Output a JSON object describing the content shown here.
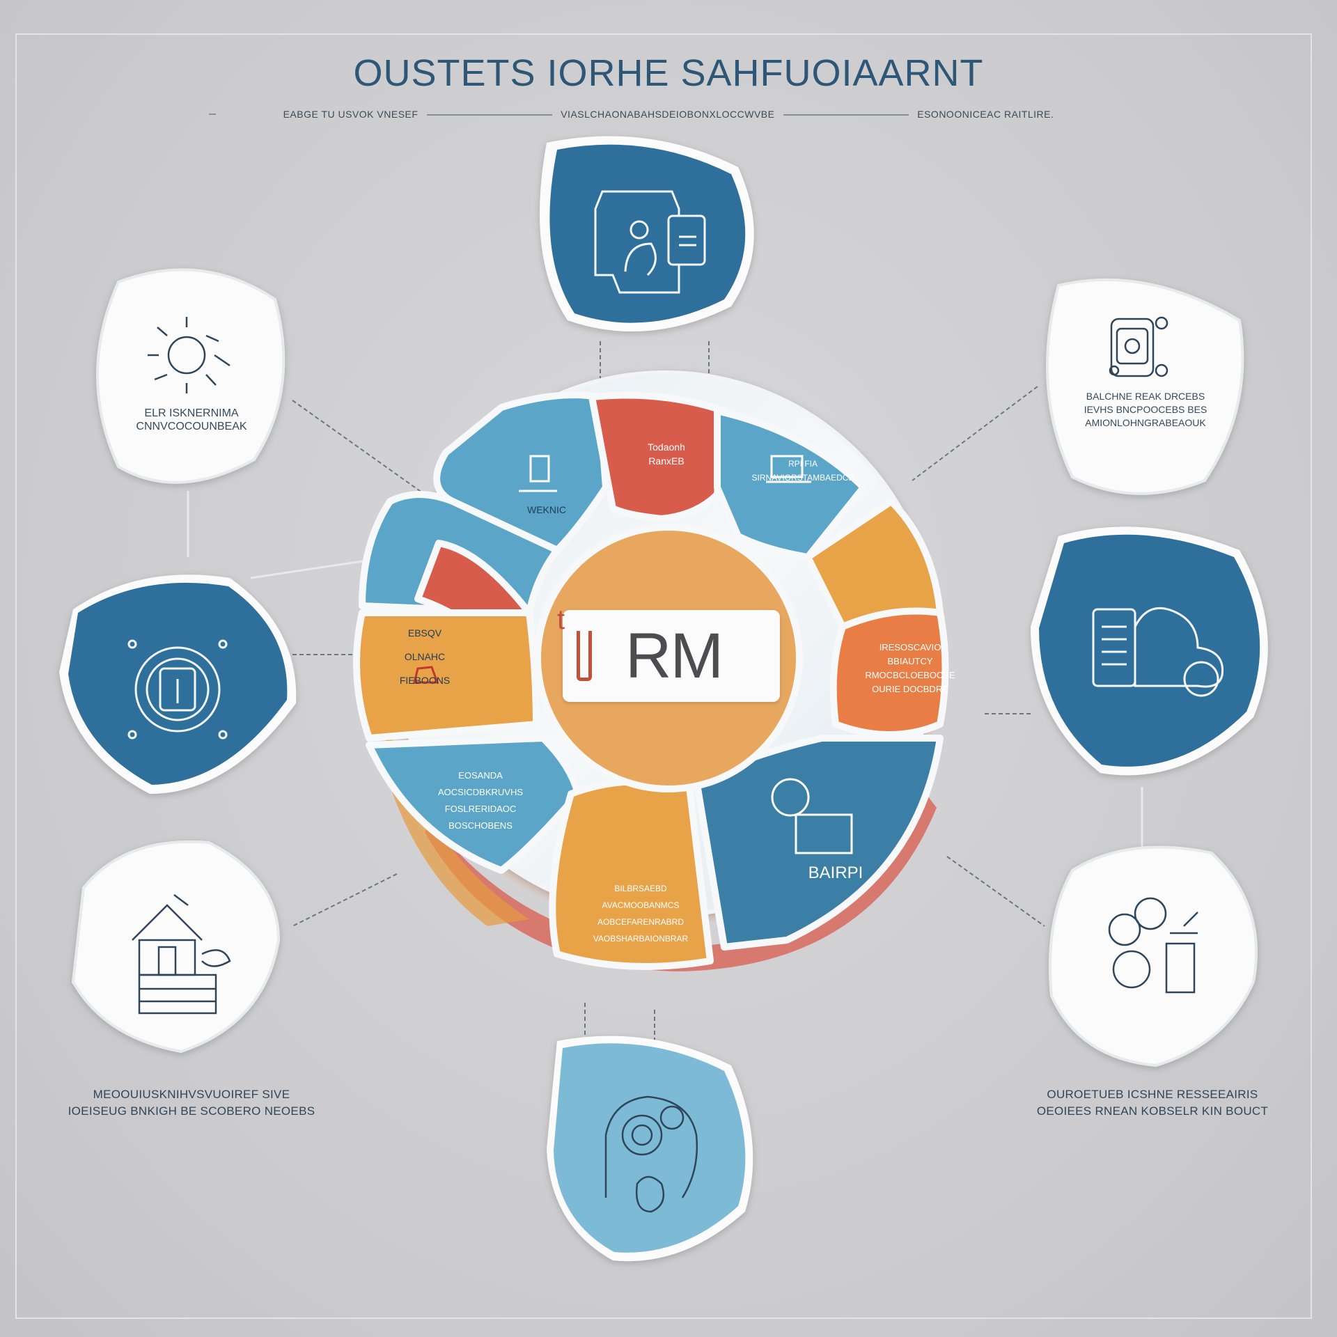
{
  "title": "OUSTETS IORHE SAHFUOIAARNT",
  "subtitle": {
    "left": "EABGE TU USVOK VNESEF",
    "middle": "VIASLCHAONABAHSDEIOBONXLOCCWVBE",
    "right": "ESONOONICEAC RAITLIRE."
  },
  "center": {
    "label": "RM",
    "accent_letter": "t",
    "ring_colors": [
      "#5ba6c8",
      "#e8a247",
      "#d85c4c",
      "#f3f5f7"
    ]
  },
  "segments": [
    {
      "id": "seg-top-left",
      "text": "WEKNIC",
      "color": "#5ba6c8"
    },
    {
      "id": "seg-top",
      "text": "Todaonh\nRanxEB",
      "color": "#d85c4c"
    },
    {
      "id": "seg-top-right",
      "text": "RPI FIA\nSIRNAVIORSTAMBAEDCB",
      "color": "#5ba6c8"
    },
    {
      "id": "seg-right",
      "text": "IRESOSCAVIO\nBBIAUTCY\nRMOCBCLOEBOCSE\nOURIE DOCBDRE",
      "color": "#e87e45"
    },
    {
      "id": "seg-left",
      "text": "EBSQV\nOLNAHC\nFIEBOONS",
      "color": "#e8a247"
    },
    {
      "id": "seg-bottom-left",
      "text": "EOSANDA\nAOCSICDBKRUVHS\nFOSLRERIDAOC\nBOSCHOBENS",
      "color": "#5ba6c8"
    },
    {
      "id": "seg-bottom",
      "text": "BILBRSAEBD\nAVACMOOBANMCS\nAOBCEFARENRABRD\nVAOBSHARBAIONBRAR",
      "color": "#e8a247"
    },
    {
      "id": "seg-bottom-right",
      "text": "BAIRPI",
      "color": "#3b7ea6"
    }
  ],
  "nodes": [
    {
      "id": "node-top",
      "icon": "person-device-icon",
      "style": "dark",
      "text": ""
    },
    {
      "id": "node-top-left",
      "icon": "sun-bug-icon",
      "style": "light",
      "text": "ELR ISKNERNIMA\nCNNVCOCOUNBEAK"
    },
    {
      "id": "node-top-right",
      "icon": "phone-icon",
      "style": "light",
      "text": "BALCHNE REAK DRCEBS\nIEVHS BNCPOOCEBS BES\nAMIONLOHNGRABEAOUK"
    },
    {
      "id": "node-left",
      "icon": "target-badge-icon",
      "style": "dark",
      "text": ""
    },
    {
      "id": "node-right",
      "icon": "document-cloud-icon",
      "style": "dark",
      "text": ""
    },
    {
      "id": "node-bottom-left",
      "icon": "house-plant-icon",
      "style": "light",
      "text": ""
    },
    {
      "id": "node-bottom-right",
      "icon": "people-box-icon",
      "style": "light",
      "text": ""
    },
    {
      "id": "node-bottom",
      "icon": "head-gear-icon",
      "style": "sky",
      "text": ""
    }
  ],
  "captions": {
    "bottom_left": "MEOOUIUSKNIHVSVUOIREF SIVE\nIOEISEUG BNKIGH BE SCOBERO NEOEBS",
    "bottom_right": "OUROETUEB ICSHNE RESSEEAIRIS\nOEOIEES RNEAN KOBSELR KIN BOUCT"
  },
  "colors": {
    "dark_blue": "#2f6f9c",
    "sky_blue": "#7dbad6",
    "light_node": "#fbfbfb",
    "title": "#2d5677"
  }
}
